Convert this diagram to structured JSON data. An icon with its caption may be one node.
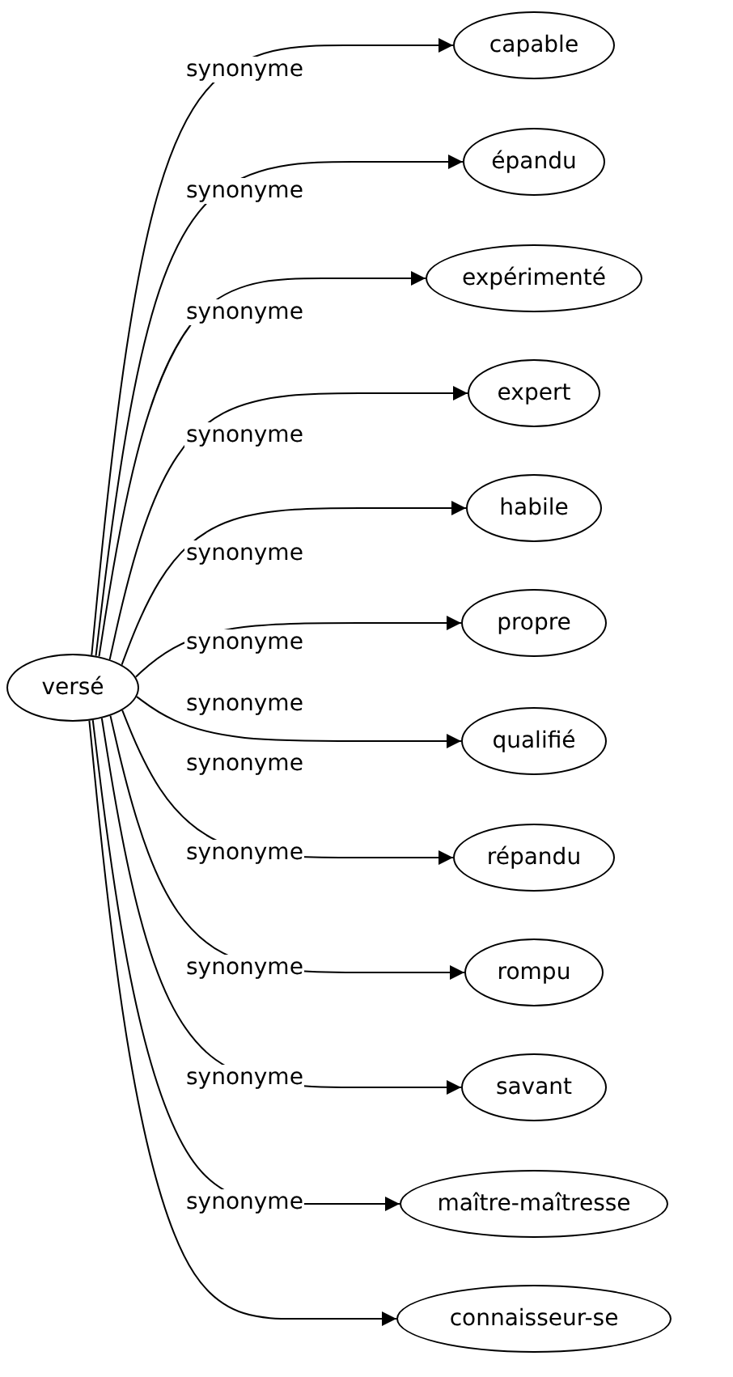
{
  "diagram": {
    "nodes": [
      {
        "text": [
          "versé"
        ]
      },
      {
        "text": [
          "capable"
        ]
      },
      {
        "text": [
          "épandu"
        ]
      },
      {
        "text": [
          "expérimenté"
        ]
      },
      {
        "text": [
          "expert"
        ]
      },
      {
        "text": [
          "habile"
        ]
      },
      {
        "text": [
          "propre"
        ]
      },
      {
        "text": [
          "qualifié"
        ]
      },
      {
        "text": [
          "répandu"
        ]
      },
      {
        "text": [
          "rompu"
        ]
      },
      {
        "text": [
          "savant"
        ]
      },
      {
        "text": [
          "maître-maîtresse"
        ]
      },
      {
        "text": [
          "connaisseur-se"
        ]
      }
    ],
    "edges": [
      {
        "from": 0,
        "to": 1,
        "arrow": "to",
        "label": "synonyme"
      },
      {
        "from": 0,
        "to": 2,
        "arrow": "to",
        "label": "synonyme"
      },
      {
        "from": 0,
        "to": 3,
        "arrow": "to",
        "label": "synonyme"
      },
      {
        "from": 0,
        "to": 4,
        "arrow": "to",
        "label": "synonyme"
      },
      {
        "from": 0,
        "to": 5,
        "arrow": "to",
        "label": "synonyme"
      },
      {
        "from": 0,
        "to": 6,
        "arrow": "to",
        "label": "synonyme"
      },
      {
        "from": 0,
        "to": 7,
        "arrow": "to",
        "label": "synonyme"
      },
      {
        "from": 0,
        "to": 8,
        "arrow": "to",
        "label": "synonyme"
      },
      {
        "from": 0,
        "to": 9,
        "arrow": "to",
        "label": "synonyme"
      },
      {
        "from": 0,
        "to": 10,
        "arrow": "to",
        "label": "synonyme"
      },
      {
        "from": 0,
        "to": 11,
        "arrow": "to",
        "label": "synonyme"
      },
      {
        "from": 0,
        "to": 12,
        "arrow": "to",
        "label": "synonyme"
      }
    ]
  }
}
